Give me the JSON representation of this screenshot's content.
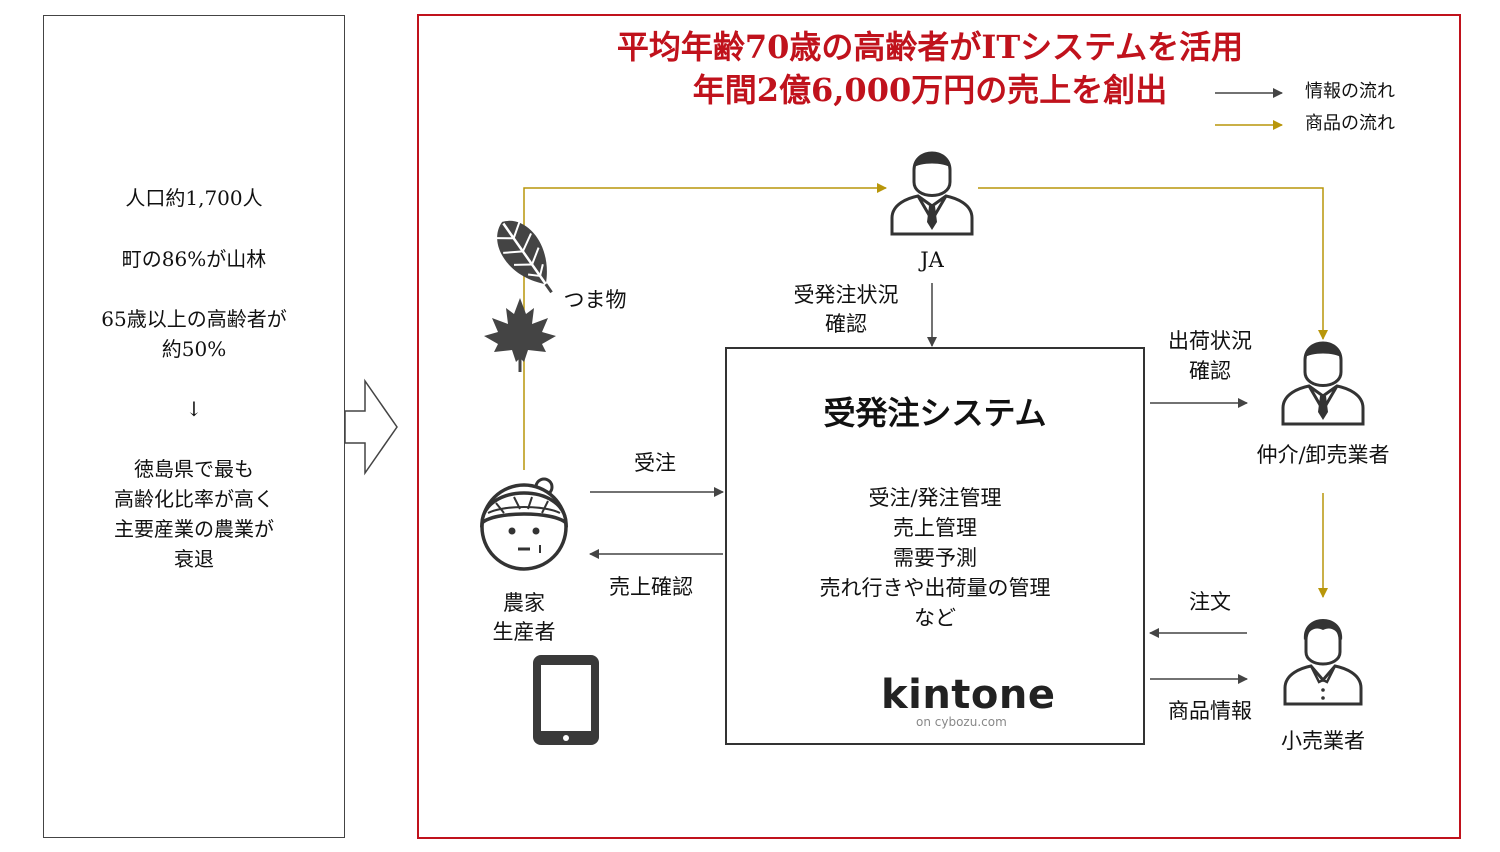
{
  "left_panel": {
    "lines": [
      "人口約1,700人",
      "町の86%が山林",
      "65歳以上の高齢者が",
      "約50%",
      "↓",
      "徳島県で最も",
      "高齢化比率が高く",
      "主要産業の農業が",
      "衰退"
    ]
  },
  "title": {
    "line1": "平均年齢70歳の高齢者がITシステムを活用",
    "line2": "年間2億6,000万円の売上を創出"
  },
  "legend": {
    "info_flow": "情報の流れ",
    "goods_flow": "商品の流れ"
  },
  "actors": {
    "ja": "JA",
    "farmer_line1": "農家",
    "farmer_line2": "生産者",
    "wholesaler": "仲介/卸売業者",
    "retailer": "小売業者",
    "produce": "つま物"
  },
  "flows": {
    "status_check_line1": "受発注状況",
    "status_check_line2": "確認",
    "shipping_check_line1": "出荷状況",
    "shipping_check_line2": "確認",
    "order_receive": "受注",
    "sales_check": "売上確認",
    "order": "注文",
    "product_info": "商品情報"
  },
  "system": {
    "title": "受発注システム",
    "features": [
      "受注/発注管理",
      "売上管理",
      "需要予測",
      "売れ行きや出荷量の管理",
      "など"
    ],
    "brand": "kintone",
    "brand_sub": "on cybozu.com"
  },
  "colors": {
    "accent_red": "#c0121c",
    "goods_gold": "#b8960a",
    "info_gray": "#444444",
    "kintone_yellow": "#f5c400"
  },
  "icons": [
    "leaf-icon",
    "maple-leaf-icon",
    "businessman-icon",
    "farmer-icon",
    "tablet-icon",
    "kintone-cloud-icon",
    "person-icon"
  ]
}
